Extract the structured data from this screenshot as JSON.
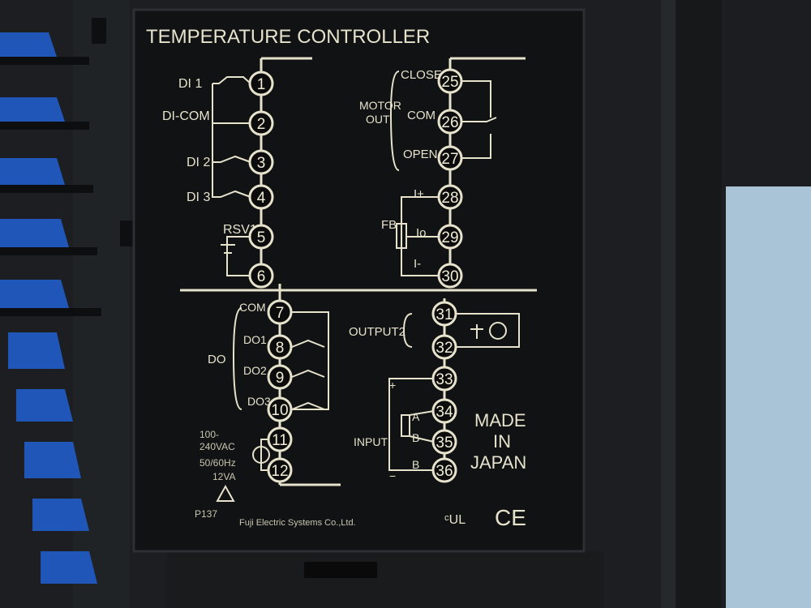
{
  "panel": {
    "title": "TEMPERATURE CONTROLLER",
    "made_in": [
      "MADE",
      "IN",
      "JAPAN"
    ],
    "manufacturer": "Fuji Electric Systems Co.,Ltd.",
    "model_code": "P137",
    "ce_mark": "CE",
    "colors": {
      "panel_bg": "#111214",
      "ink": "#e6e2cc",
      "housing": "#1c1e21",
      "wall": "#a9c4d6",
      "clip": "#1f56b8"
    }
  },
  "labels": {
    "di1": "DI 1",
    "dicom": "DI-COM",
    "di2": "DI 2",
    "di3": "DI 3",
    "rsv1": "RSV1",
    "motor": "MOTOR",
    "out": "OUT",
    "close": "CLOSE",
    "com_motor": "COM",
    "open": "OPEN",
    "fb": "FB",
    "i_plus": "I+",
    "i_o": "Io",
    "i_minus": "I-",
    "com_do": "COM",
    "do": "DO",
    "do1": "DO1",
    "do2": "DO2",
    "do3": "DO3",
    "power": [
      "100-",
      "240VAC",
      "50/60Hz",
      "12VA"
    ],
    "output2": "OUTPUT2",
    "input": "INPUT",
    "a": "A",
    "b1": "B",
    "b2": "B",
    "plus": "+",
    "minus": "−"
  },
  "terminals": [
    "1",
    "2",
    "3",
    "4",
    "5",
    "6",
    "7",
    "8",
    "9",
    "10",
    "11",
    "12",
    "25",
    "26",
    "27",
    "28",
    "29",
    "30",
    "31",
    "32",
    "33",
    "34",
    "35",
    "36"
  ]
}
